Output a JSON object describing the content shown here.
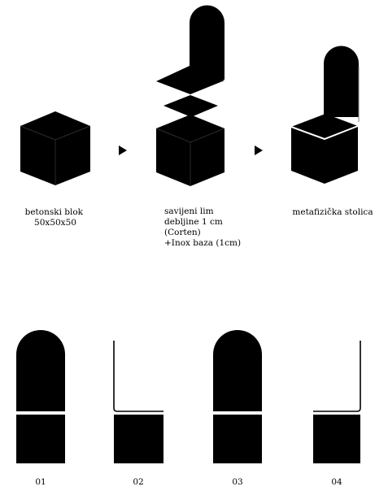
{
  "steps": [
    {
      "caption": [
        "betonski blok",
        "50x50x50"
      ]
    },
    {
      "caption": [
        "savijeni lim",
        "debljine 1 cm",
        "(Corten)",
        "+Inox baza (1cm)"
      ]
    },
    {
      "caption": [
        "metafizička stolica"
      ]
    }
  ],
  "variants": [
    {
      "label": "01"
    },
    {
      "label": "02"
    },
    {
      "label": "03"
    },
    {
      "label": "04"
    }
  ],
  "colors": {
    "fill": "#000000",
    "line": "#ffffff",
    "background": "#ffffff"
  }
}
